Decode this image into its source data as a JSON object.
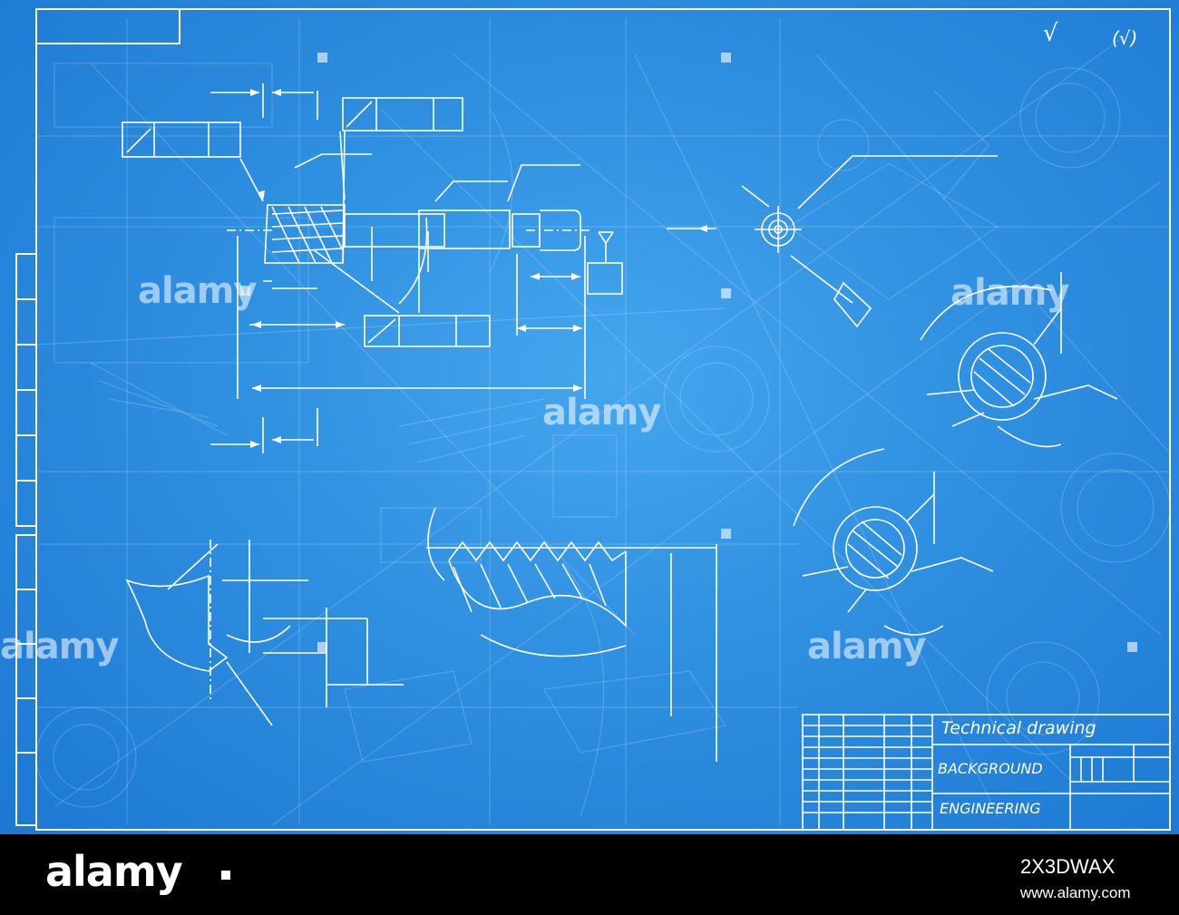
{
  "title_block": {
    "title": "Technical drawing",
    "line2": "BACKGROUND",
    "line3": "ENGINEERING"
  },
  "roughness_symbol": "√",
  "roughness_note": "(√)",
  "watermark": {
    "text": "alamy"
  },
  "footer": {
    "logo": "alamy",
    "image_id": "2X3DWAX",
    "site": "www.alamy.com"
  },
  "colors": {
    "blueprint_center": "#45a6ef",
    "blueprint_edge": "#1c78d3",
    "line": "#ffffff",
    "footer_bg": "#000000"
  }
}
